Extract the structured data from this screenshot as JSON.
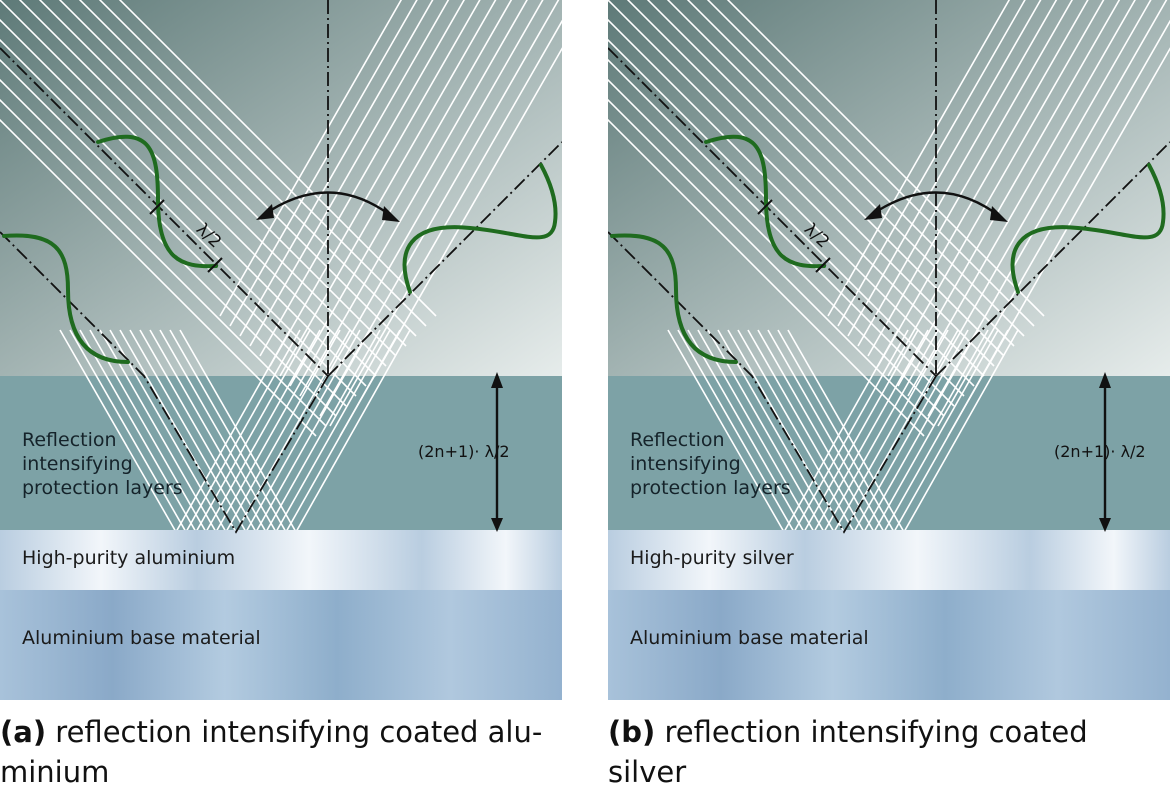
{
  "panels": [
    {
      "id": "a",
      "protection_label": "Reflection\nintensifying\nprotection layers",
      "thickness_label": "(2n+1)· λ/2",
      "lambda_label": "λ/2",
      "metal_label": "High-purity aluminium",
      "base_label": "Aluminium base material",
      "caption_tag": "(a)",
      "caption_text": " reflection intensifying coated alu-\nminium"
    },
    {
      "id": "b",
      "protection_label": "Reflection\nintensifying\nprotection layers",
      "thickness_label": "(2n+1)· λ/2",
      "lambda_label": "λ/2",
      "metal_label": "High-purity silver",
      "base_label": "Aluminium base material",
      "caption_tag": "(b)",
      "caption_text": " reflection intensifying coated silver"
    }
  ],
  "colors": {
    "sky_top": "#5e7a78",
    "sky_bottom": "#e6eceb",
    "coating": "#7da2a6",
    "metal_light": "#f2f6fa",
    "metal_mid": "#b9cde0",
    "base": "#9bb8d2",
    "wave": "#1f6b1f",
    "beam": "#ffffff",
    "axis": "#111111"
  }
}
